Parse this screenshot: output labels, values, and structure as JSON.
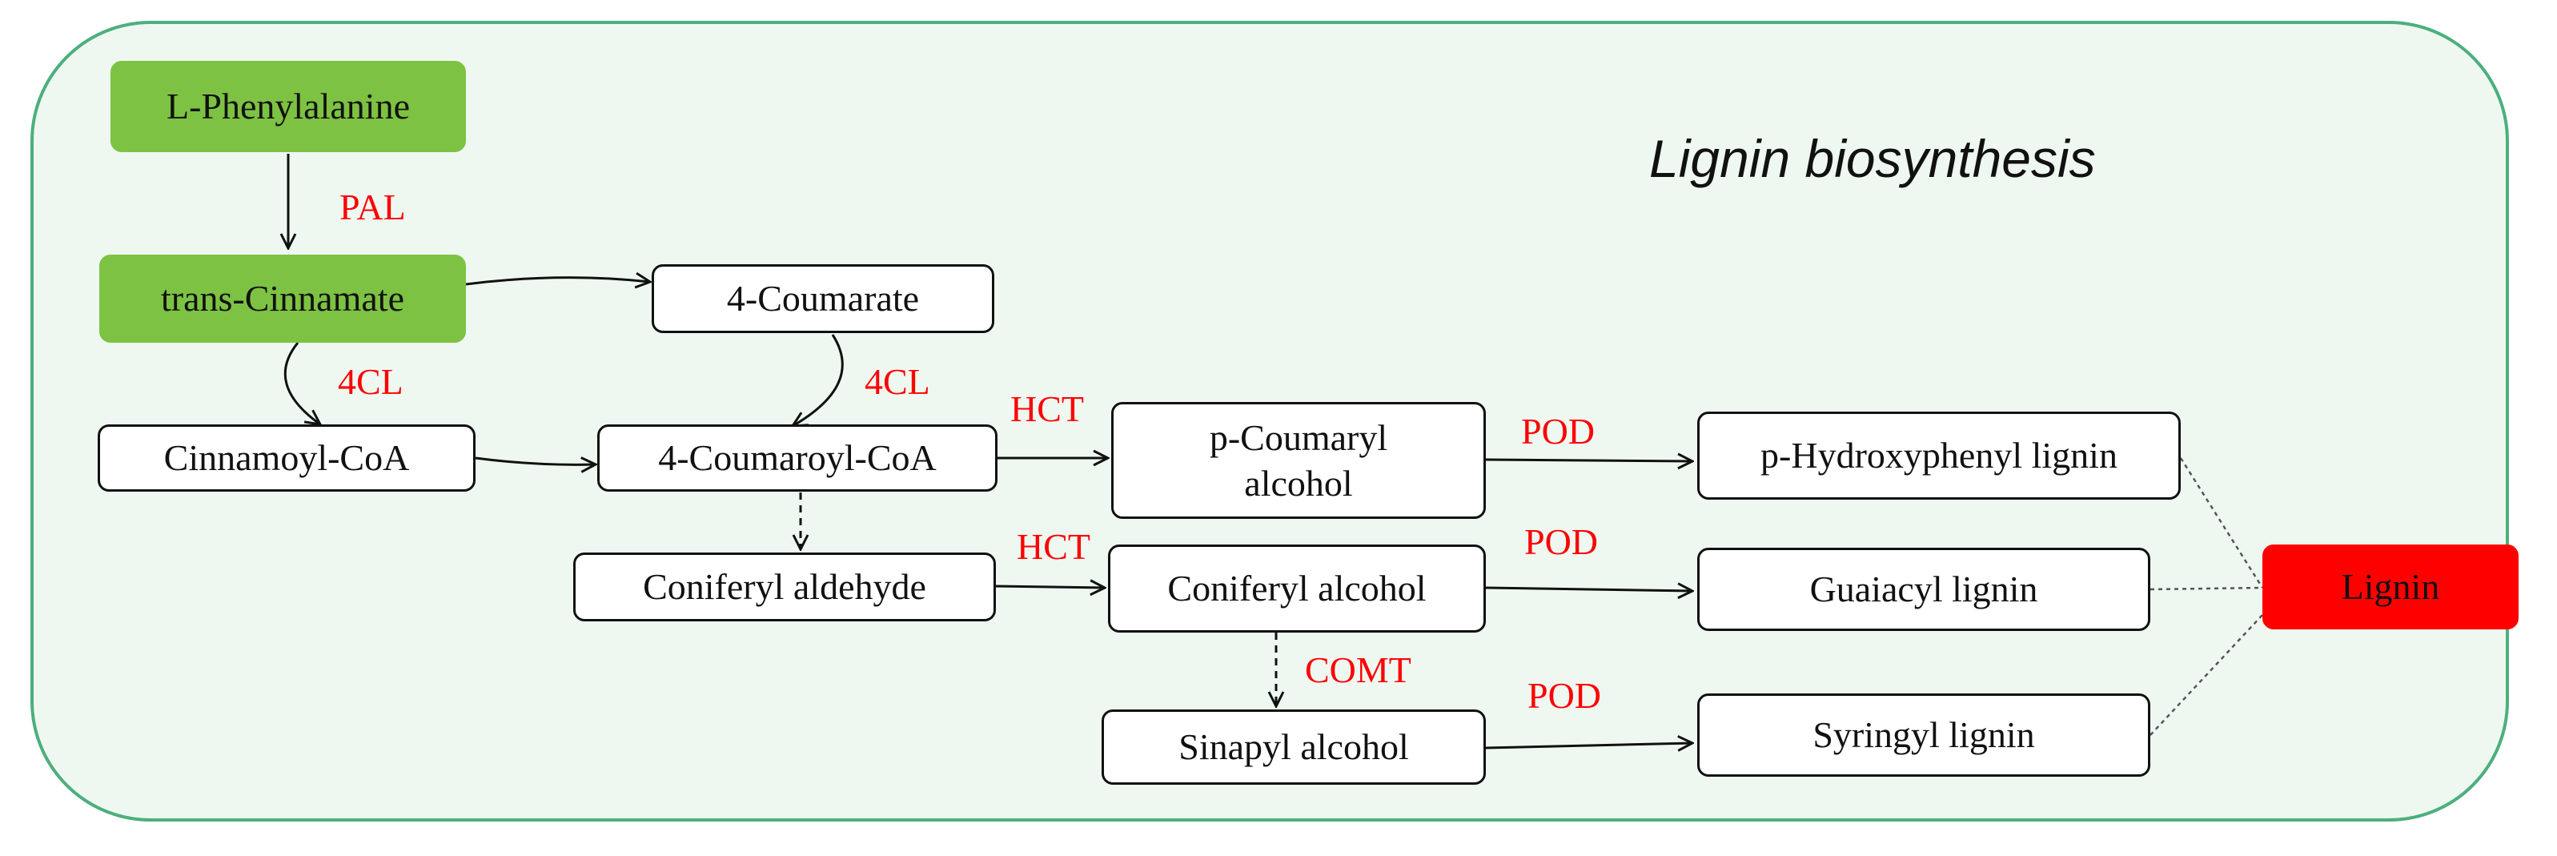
{
  "title": "Lignin biosynthesis",
  "nodes": {
    "phenylalanine": "L-Phenylalanine",
    "cinnamate": "trans-Cinnamate",
    "coumarate": "4-Coumarate",
    "cinnamoyl_coa": "Cinnamoyl-CoA",
    "coumaroyl_coa": "4-Coumaroyl-CoA",
    "coniferyl_aldehyde": "Coniferyl aldehyde",
    "p_coumaryl_alcohol": "p-Coumaryl alcohol",
    "coniferyl_alcohol": "Coniferyl alcohol",
    "sinapyl_alcohol": "Sinapyl alcohol",
    "h_lignin": "p-Hydroxyphenyl lignin",
    "g_lignin": "Guaiacyl lignin",
    "s_lignin": "Syringyl lignin",
    "lignin": "Lignin"
  },
  "enzymes": {
    "pal": "PAL",
    "cl4_left": "4CL",
    "cl4_right": "4CL",
    "hct_top": "HCT",
    "hct_bottom": "HCT",
    "pod_h": "POD",
    "pod_g": "POD",
    "pod_s": "POD",
    "comt": "COMT"
  },
  "colors": {
    "start_node": "#7dc242",
    "end_node": "#ff0000",
    "enzyme_text": "#ff0000",
    "panel_border": "#4caf7d",
    "panel_fill": "#eef8f1"
  }
}
